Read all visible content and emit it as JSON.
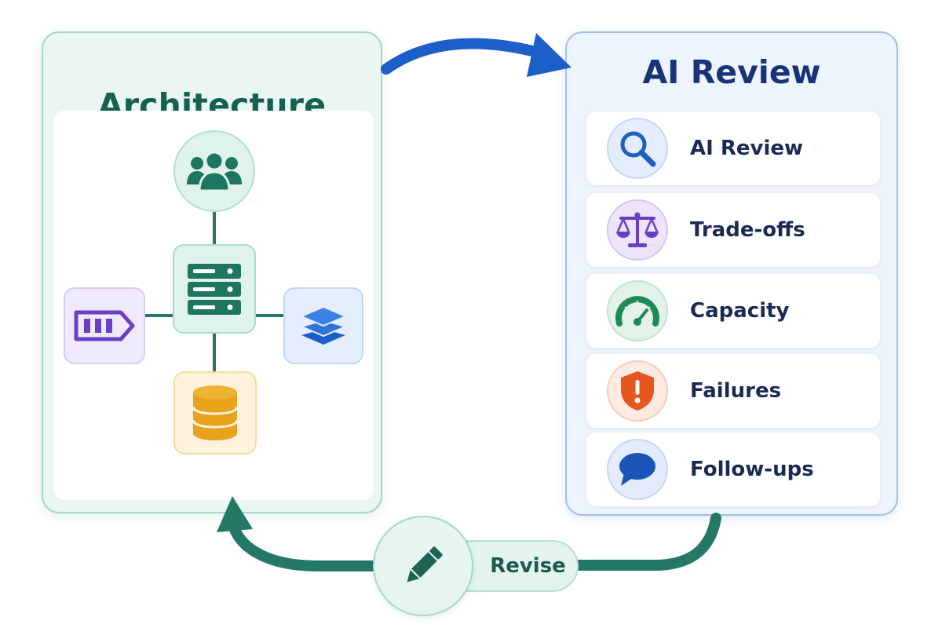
{
  "architecture": {
    "title": "Architecture",
    "nodes": [
      "users-icon",
      "server-icon",
      "queue-icon",
      "layers-icon",
      "database-icon"
    ]
  },
  "review": {
    "title": "AI Review",
    "items": [
      {
        "label": "AI Review",
        "icon": "search-icon",
        "color": "#1f5fbf"
      },
      {
        "label": "Trade-offs",
        "icon": "scale-icon",
        "color": "#6b3fc4"
      },
      {
        "label": "Capacity",
        "icon": "gauge-icon",
        "color": "#1f8a55"
      },
      {
        "label": "Failures",
        "icon": "warning-shield-icon",
        "color": "#e8561f"
      },
      {
        "label": "Follow-ups",
        "icon": "chat-bubble-icon",
        "color": "#1a56b8"
      }
    ]
  },
  "revise": {
    "label": "Revise",
    "icon": "pencil-icon"
  },
  "colors": {
    "teal": "#237866",
    "blue_arrow": "#1d5fc9"
  }
}
